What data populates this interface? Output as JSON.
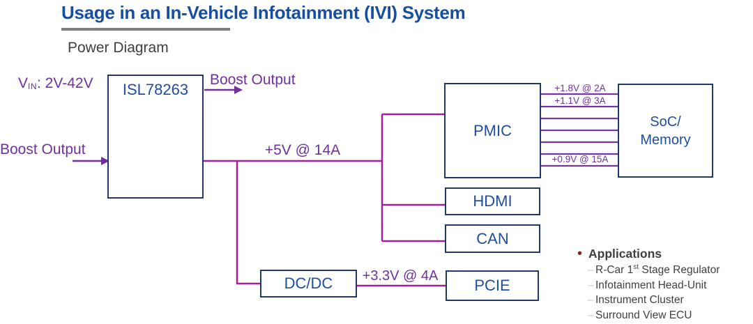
{
  "title": "Usage in an In-Vehicle Infotainment (IVI) System",
  "subtitle": "Power Diagram",
  "labels": {
    "vin_v": "V",
    "vin_sub": "IN",
    "vin_rest": ": 2V-42V",
    "boost_left": "Boost Output",
    "boost_top": "Boost Output",
    "rail_5v": "+5V @ 14A",
    "rail_3v3": "+3.3V @ 4A"
  },
  "blocks": {
    "regulator": "ISL78263",
    "pmic": "PMIC",
    "hdmi": "HDMI",
    "can": "CAN",
    "dcdc": "DC/DC",
    "pcie": "PCIE",
    "soc_line1": "SoC/",
    "soc_line2": "Memory"
  },
  "pmic_outputs": {
    "v18": "+1.8V @ 2A",
    "v11": "+1.1V @ 3A",
    "v09": "+0.9V @ 15A"
  },
  "applications": {
    "bullet": "•",
    "heading": "Applications",
    "item_dash": "–",
    "items": [
      {
        "pre": "R-Car 1",
        "sup": "st",
        "post": " Stage Regulator"
      },
      {
        "pre": "Infotainment Head-Unit",
        "sup": "",
        "post": ""
      },
      {
        "pre": "Instrument Cluster",
        "sup": "",
        "post": ""
      },
      {
        "pre": "Surround View ECU",
        "sup": "",
        "post": ""
      }
    ]
  },
  "colors": {
    "title_blue": "#174EA0",
    "box_border_navy": "#1F3864",
    "box_text_blue": "#1F4E9F",
    "purple_label": "#7030A0",
    "magenta_line": "#A21D9B",
    "violet_line": "#7434A8",
    "heading_gray": "#3F3F3F",
    "rule_gray": "#7F7F7F",
    "bullet_dark_red": "#9E1B1B"
  }
}
